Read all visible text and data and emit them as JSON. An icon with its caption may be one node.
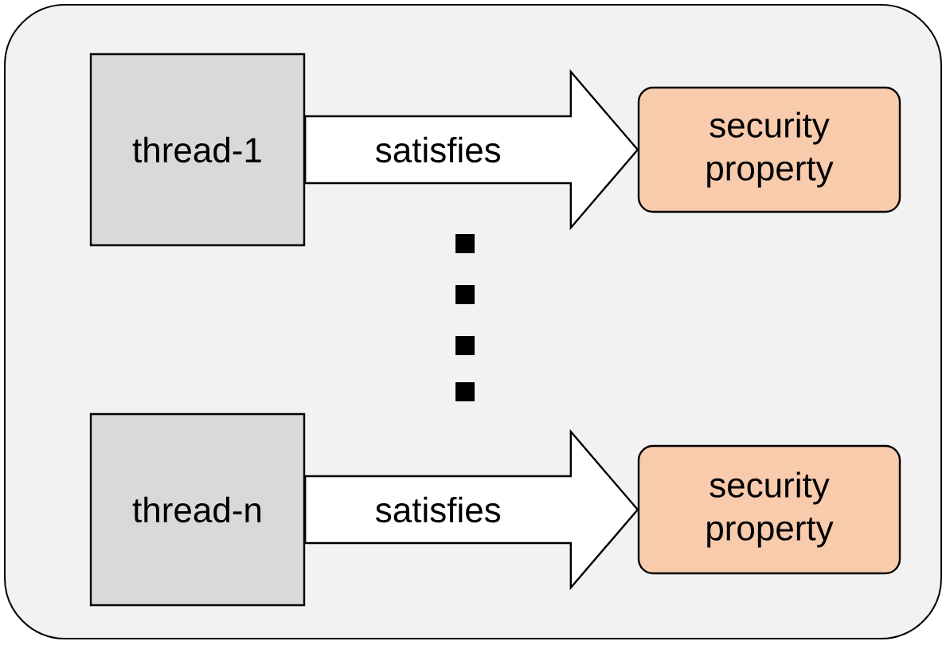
{
  "diagram": {
    "nodes": [
      {
        "text": [],
        "shape": "box"
      },
      {
        "text": [
          "thread-1"
        ],
        "in": 0
      },
      {
        "text": [
          "security property"
        ],
        "in": 0
      },
      {
        "text": [
          "thread-n"
        ],
        "in": 0
      },
      {
        "text": [
          "security property"
        ],
        "in": 0
      }
    ],
    "edges": [
      {
        "from": 1,
        "to": 2,
        "arrow": "to",
        "label": "satisfies"
      },
      {
        "from": 3,
        "to": 4,
        "arrow": "to",
        "label": "satisfies"
      }
    ]
  }
}
